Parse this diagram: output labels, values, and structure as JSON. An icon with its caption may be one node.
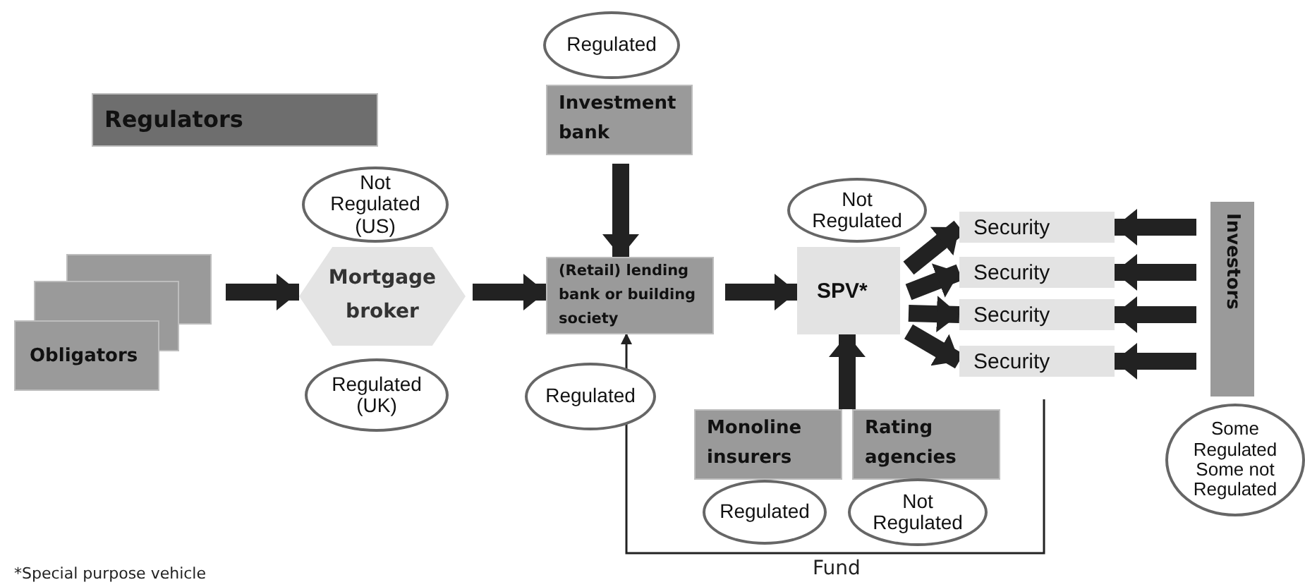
{
  "diagram": {
    "nodes": [
      {
        "text": [
          "Regulators"
        ]
      },
      {
        "text": [
          "Obligators"
        ]
      },
      {
        "text": [
          "Mortgage broker"
        ]
      },
      {
        "text": [
          "Not Regulated (US)"
        ]
      },
      {
        "text": [
          "Regulated (UK)"
        ]
      },
      {
        "text": [
          "Regulated"
        ]
      },
      {
        "text": [
          "Investment bank"
        ]
      },
      {
        "text": [
          "(Retail) lending bank or building society"
        ]
      },
      {
        "text": [
          "Regulated"
        ]
      },
      {
        "text": [
          "Not Regulated"
        ]
      },
      {
        "text": [
          "SPV*"
        ]
      },
      {
        "text": [
          "Security"
        ]
      },
      {
        "text": [
          "Security"
        ]
      },
      {
        "text": [
          "Security"
        ]
      },
      {
        "text": [
          "Security"
        ]
      },
      {
        "text": [
          "Investors"
        ]
      },
      {
        "text": [
          "Some Regulated Some not Regulated"
        ]
      },
      {
        "text": [
          "Monoline insurers"
        ]
      },
      {
        "text": [
          "Rating agencies"
        ]
      },
      {
        "text": [
          "Regulated"
        ]
      },
      {
        "text": [
          "Not Regulated"
        ]
      }
    ],
    "edges": [
      {
        "from": 1,
        "to": 2,
        "arrow": "to"
      },
      {
        "from": 2,
        "to": 7,
        "arrow": "to"
      },
      {
        "from": 6,
        "to": 7,
        "arrow": "to"
      },
      {
        "from": 7,
        "to": 10,
        "arrow": "to"
      },
      {
        "from": 10,
        "to": 11,
        "arrow": "to"
      },
      {
        "from": 10,
        "to": 12,
        "arrow": "to"
      },
      {
        "from": 10,
        "to": 13,
        "arrow": "to"
      },
      {
        "from": 10,
        "to": 14,
        "arrow": "to"
      },
      {
        "from": 15,
        "to": 11,
        "arrow": "to"
      },
      {
        "from": 15,
        "to": 12,
        "arrow": "to"
      },
      {
        "from": 15,
        "to": 13,
        "arrow": "to"
      },
      {
        "from": 15,
        "to": 14,
        "arrow": "to"
      },
      {
        "from": 17,
        "to": 10,
        "arrow": "to"
      },
      {
        "from": 18,
        "to": 10,
        "arrow": "to"
      },
      {
        "from": null,
        "to": 7,
        "arrow": "to",
        "label": "Fund"
      }
    ],
    "labels": [
      "*Special purpose vehicle"
    ]
  }
}
